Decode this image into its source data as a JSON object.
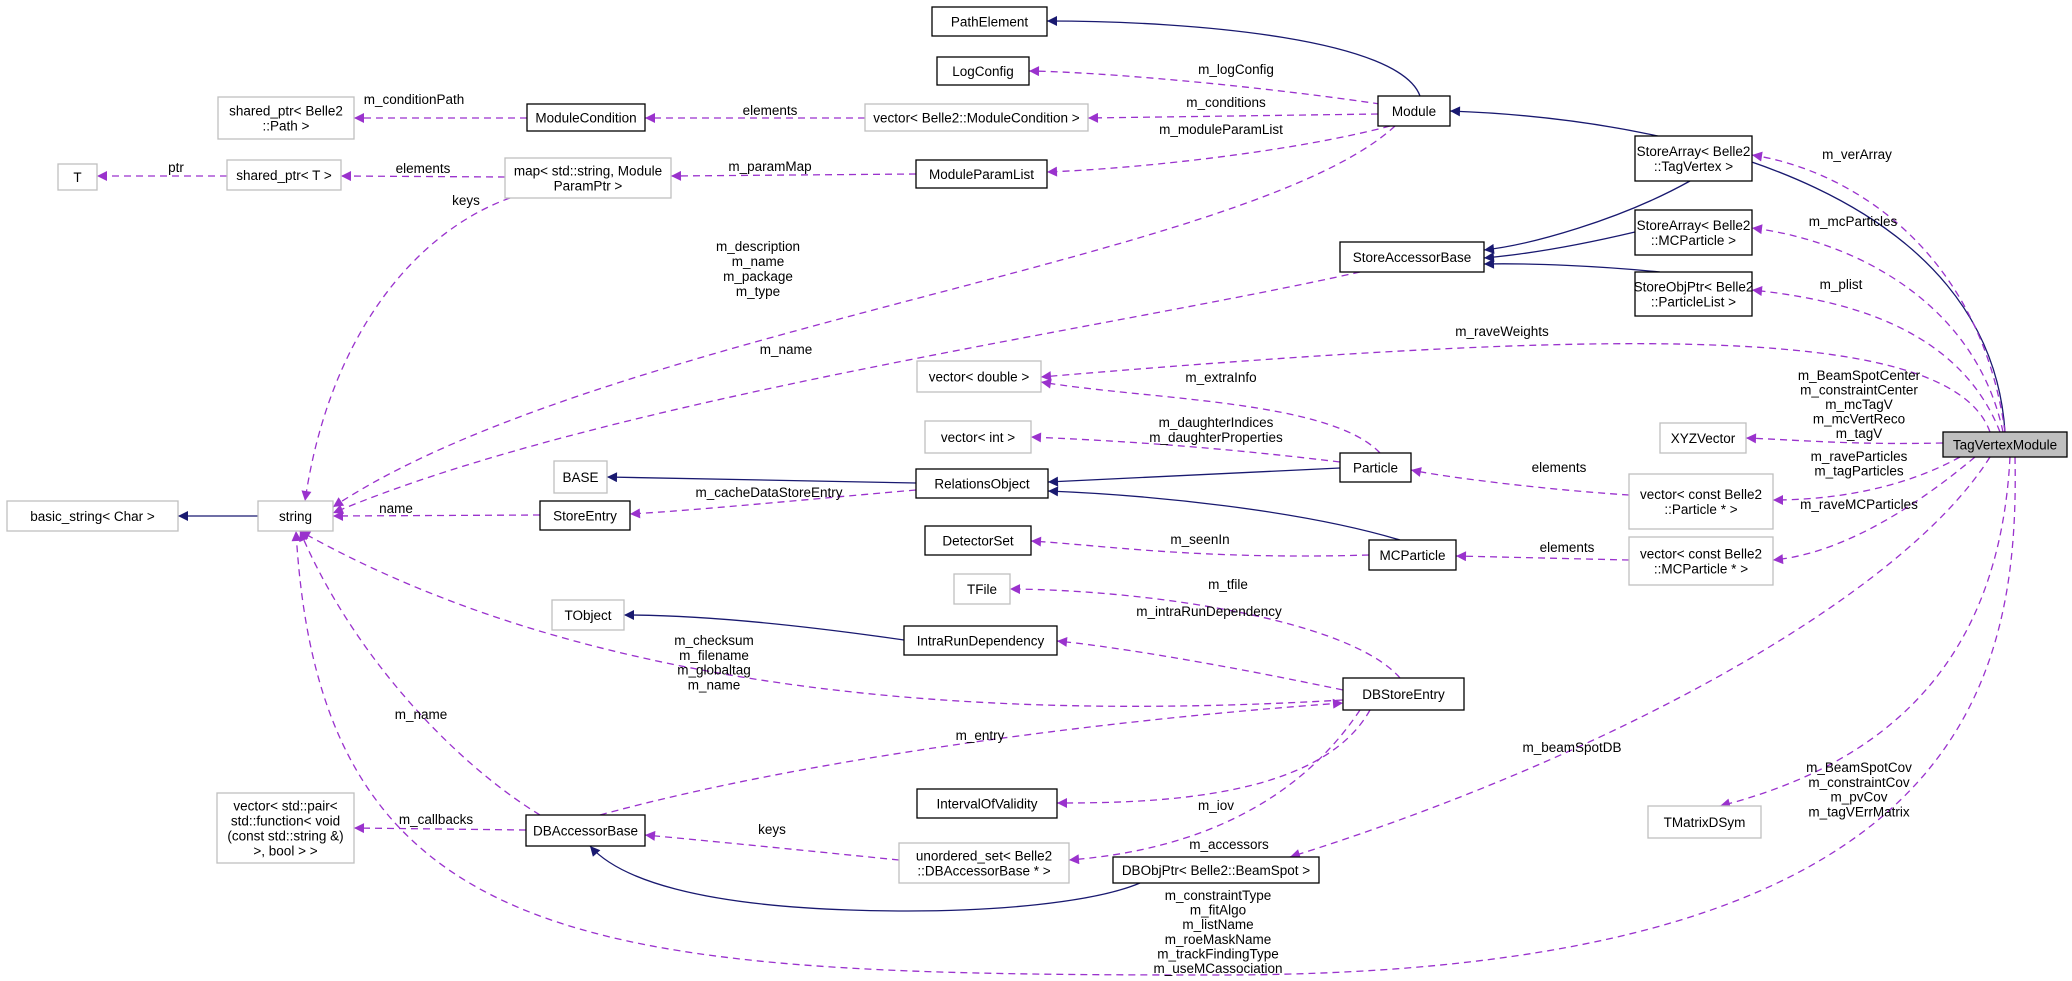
{
  "diagram": {
    "title": "TagVertexModule collaboration diagram",
    "colors": {
      "member_edge": "#9a32cd",
      "inherit_edge": "#191970",
      "focus_fill": "#bfbfbf",
      "external_border": "#bfbfbf"
    },
    "nodes": {
      "PathElement": {
        "lines": [
          "PathElement"
        ],
        "kind": "class"
      },
      "LogConfig": {
        "lines": [
          "LogConfig"
        ],
        "kind": "class"
      },
      "Module": {
        "lines": [
          "Module"
        ],
        "kind": "class"
      },
      "SharedPtrPath": {
        "lines": [
          "shared_ptr< Belle2",
          "::Path >"
        ],
        "kind": "external"
      },
      "ModuleCondition": {
        "lines": [
          "ModuleCondition"
        ],
        "kind": "class"
      },
      "VecModuleCondition": {
        "lines": [
          "vector< Belle2::ModuleCondition >"
        ],
        "kind": "external"
      },
      "T": {
        "lines": [
          "T"
        ],
        "kind": "external"
      },
      "SharedPtrT": {
        "lines": [
          "shared_ptr< T >"
        ],
        "kind": "external"
      },
      "MapParam": {
        "lines": [
          "map< std::string, Module",
          "ParamPtr >"
        ],
        "kind": "external"
      },
      "ModuleParamList": {
        "lines": [
          "ModuleParamList"
        ],
        "kind": "class"
      },
      "StoreArrayTagVertex": {
        "lines": [
          "StoreArray< Belle2",
          "::TagVertex >"
        ],
        "kind": "class"
      },
      "StoreAccessorBase": {
        "lines": [
          "StoreAccessorBase"
        ],
        "kind": "class"
      },
      "StoreArrayMCParticle": {
        "lines": [
          "StoreArray< Belle2",
          "::MCParticle >"
        ],
        "kind": "class"
      },
      "StoreObjPtrParticleList": {
        "lines": [
          "StoreObjPtr< Belle2",
          "::ParticleList >"
        ],
        "kind": "class"
      },
      "VecDouble": {
        "lines": [
          "vector< double >"
        ],
        "kind": "external"
      },
      "VecInt": {
        "lines": [
          "vector< int >"
        ],
        "kind": "external"
      },
      "BASE": {
        "lines": [
          "BASE"
        ],
        "kind": "external"
      },
      "RelationsObject": {
        "lines": [
          "RelationsObject"
        ],
        "kind": "class"
      },
      "Particle": {
        "lines": [
          "Particle"
        ],
        "kind": "class"
      },
      "XYZVector": {
        "lines": [
          "XYZVector"
        ],
        "kind": "external"
      },
      "TagVertexModule": {
        "lines": [
          "TagVertexModule"
        ],
        "kind": "focus"
      },
      "BasicString": {
        "lines": [
          "basic_string< Char >"
        ],
        "kind": "external"
      },
      "String": {
        "lines": [
          "string"
        ],
        "kind": "external"
      },
      "StoreEntry": {
        "lines": [
          "StoreEntry"
        ],
        "kind": "class"
      },
      "VecConstParticle": {
        "lines": [
          "vector< const Belle2",
          "::Particle * >"
        ],
        "kind": "external"
      },
      "DetectorSet": {
        "lines": [
          "DetectorSet"
        ],
        "kind": "class"
      },
      "MCParticle": {
        "lines": [
          "MCParticle"
        ],
        "kind": "class"
      },
      "VecConstMCParticle": {
        "lines": [
          "vector< const Belle2",
          "::MCParticle * >"
        ],
        "kind": "external"
      },
      "TFile": {
        "lines": [
          "TFile"
        ],
        "kind": "external"
      },
      "TObject": {
        "lines": [
          "TObject"
        ],
        "kind": "external"
      },
      "IntraRunDependency": {
        "lines": [
          "IntraRunDependency"
        ],
        "kind": "class"
      },
      "DBStoreEntry": {
        "lines": [
          "DBStoreEntry"
        ],
        "kind": "class"
      },
      "VecPairCallbacks": {
        "lines": [
          "vector< std::pair<",
          "std::function< void",
          "(const std::string &)",
          ">, bool > >"
        ],
        "kind": "external"
      },
      "DBAccessorBase": {
        "lines": [
          "DBAccessorBase"
        ],
        "kind": "class"
      },
      "IntervalOfValidity": {
        "lines": [
          "IntervalOfValidity"
        ],
        "kind": "class"
      },
      "UnorderedSet": {
        "lines": [
          "unordered_set< Belle2",
          "::DBAccessorBase * >"
        ],
        "kind": "external"
      },
      "DBObjPtrBeamSpot": {
        "lines": [
          "DBObjPtr< Belle2::BeamSpot >"
        ],
        "kind": "class"
      },
      "TMatrixDSym": {
        "lines": [
          "TMatrixDSym"
        ],
        "kind": "external"
      }
    },
    "edges": [
      {
        "from": "Module",
        "to": "PathElement",
        "type": "inherit",
        "labels": []
      },
      {
        "from": "TagVertexModule",
        "to": "Module",
        "type": "inherit",
        "labels": []
      },
      {
        "from": "StoreArrayTagVertex",
        "to": "StoreAccessorBase",
        "type": "inherit",
        "labels": []
      },
      {
        "from": "StoreArrayMCParticle",
        "to": "StoreAccessorBase",
        "type": "inherit",
        "labels": []
      },
      {
        "from": "StoreObjPtrParticleList",
        "to": "StoreAccessorBase",
        "type": "inherit",
        "labels": []
      },
      {
        "from": "RelationsObject",
        "to": "BASE",
        "type": "inherit",
        "labels": []
      },
      {
        "from": "Particle",
        "to": "RelationsObject",
        "type": "inherit",
        "labels": []
      },
      {
        "from": "MCParticle",
        "to": "RelationsObject",
        "type": "inherit",
        "labels": []
      },
      {
        "from": "String",
        "to": "BasicString",
        "type": "inherit",
        "labels": []
      },
      {
        "from": "IntraRunDependency",
        "to": "TObject",
        "type": "inherit",
        "labels": []
      },
      {
        "from": "DBObjPtrBeamSpot",
        "to": "DBAccessorBase",
        "type": "inherit",
        "labels": []
      },
      {
        "from": "Module",
        "to": "LogConfig",
        "type": "member",
        "labels": [
          "m_logConfig"
        ]
      },
      {
        "from": "Module",
        "to": "VecModuleCondition",
        "type": "member",
        "labels": [
          "m_conditions"
        ]
      },
      {
        "from": "VecModuleCondition",
        "to": "ModuleCondition",
        "type": "member",
        "labels": [
          "elements"
        ]
      },
      {
        "from": "ModuleCondition",
        "to": "SharedPtrPath",
        "type": "member",
        "labels": [
          "m_conditionPath"
        ]
      },
      {
        "from": "Module",
        "to": "ModuleParamList",
        "type": "member",
        "labels": [
          "m_moduleParamList"
        ]
      },
      {
        "from": "ModuleParamList",
        "to": "MapParam",
        "type": "member",
        "labels": [
          "m_paramMap"
        ]
      },
      {
        "from": "MapParam",
        "to": "SharedPtrT",
        "type": "member",
        "labels": [
          "elements"
        ]
      },
      {
        "from": "SharedPtrT",
        "to": "T",
        "type": "member",
        "labels": [
          "ptr"
        ]
      },
      {
        "from": "MapParam",
        "to": "String",
        "type": "member",
        "labels": [
          "keys"
        ]
      },
      {
        "from": "Module",
        "to": "String",
        "type": "member",
        "labels": [
          "m_description",
          "m_name",
          "m_package",
          "m_type"
        ]
      },
      {
        "from": "StoreAccessorBase",
        "to": "String",
        "type": "member",
        "labels": [
          "m_name"
        ]
      },
      {
        "from": "TagVertexModule",
        "to": "VecDouble",
        "type": "member",
        "labels": [
          "m_raveWeights"
        ]
      },
      {
        "from": "Particle",
        "to": "VecDouble",
        "type": "member",
        "labels": [
          "m_extraInfo"
        ]
      },
      {
        "from": "Particle",
        "to": "VecInt",
        "type": "member",
        "labels": [
          "m_daughterIndices",
          "m_daughterProperties"
        ]
      },
      {
        "from": "TagVertexModule",
        "to": "XYZVector",
        "type": "member",
        "labels": [
          "m_BeamSpotCenter",
          "m_constraintCenter",
          "m_mcTagV",
          "m_mcVertReco",
          "m_tagV"
        ]
      },
      {
        "from": "TagVertexModule",
        "to": "VecConstParticle",
        "type": "member",
        "labels": [
          "m_raveParticles",
          "m_tagParticles"
        ]
      },
      {
        "from": "VecConstParticle",
        "to": "Particle",
        "type": "member",
        "labels": [
          "elements"
        ]
      },
      {
        "from": "TagVertexModule",
        "to": "VecConstMCParticle",
        "type": "member",
        "labels": [
          "m_raveMCParticles"
        ]
      },
      {
        "from": "VecConstMCParticle",
        "to": "MCParticle",
        "type": "member",
        "labels": [
          "elements"
        ]
      },
      {
        "from": "MCParticle",
        "to": "DetectorSet",
        "type": "member",
        "labels": [
          "m_seenIn"
        ]
      },
      {
        "from": "StoreEntry",
        "to": "String",
        "type": "member",
        "labels": [
          "name"
        ]
      },
      {
        "from": "RelationsObject",
        "to": "StoreEntry",
        "type": "member",
        "labels": [
          "m_cacheDataStoreEntry"
        ]
      },
      {
        "from": "TagVertexModule",
        "to": "StoreArrayTagVertex",
        "type": "member",
        "labels": [
          "m_verArray"
        ]
      },
      {
        "from": "TagVertexModule",
        "to": "StoreArrayMCParticle",
        "type": "member",
        "labels": [
          "m_mcParticles"
        ]
      },
      {
        "from": "TagVertexModule",
        "to": "StoreObjPtrParticleList",
        "type": "member",
        "labels": [
          "m_plist"
        ]
      },
      {
        "from": "DBStoreEntry",
        "to": "TFile",
        "type": "member",
        "labels": [
          "m_tfile"
        ]
      },
      {
        "from": "DBStoreEntry",
        "to": "IntraRunDependency",
        "type": "member",
        "labels": [
          "m_intraRunDependency"
        ]
      },
      {
        "from": "DBStoreEntry",
        "to": "String",
        "type": "member",
        "labels": [
          "m_checksum",
          "m_filename",
          "m_globaltag",
          "m_name"
        ]
      },
      {
        "from": "DBAccessorBase",
        "to": "String",
        "type": "member",
        "labels": [
          "m_name"
        ]
      },
      {
        "from": "DBAccessorBase",
        "to": "DBStoreEntry",
        "type": "member",
        "labels": [
          "m_entry"
        ]
      },
      {
        "from": "DBStoreEntry",
        "to": "IntervalOfValidity",
        "type": "member",
        "labels": [
          "m_iov"
        ]
      },
      {
        "from": "DBStoreEntry",
        "to": "UnorderedSet",
        "type": "member",
        "labels": [
          "m_accessors"
        ]
      },
      {
        "from": "UnorderedSet",
        "to": "DBAccessorBase",
        "type": "member",
        "labels": [
          "keys"
        ]
      },
      {
        "from": "DBAccessorBase",
        "to": "VecPairCallbacks",
        "type": "member",
        "labels": [
          "m_callbacks"
        ]
      },
      {
        "from": "TagVertexModule",
        "to": "DBObjPtrBeamSpot",
        "type": "member",
        "labels": [
          "m_beamSpotDB"
        ]
      },
      {
        "from": "TagVertexModule",
        "to": "TMatrixDSym",
        "type": "member",
        "labels": [
          "m_BeamSpotCov",
          "m_constraintCov",
          "m_pvCov",
          "m_tagVErrMatrix"
        ]
      },
      {
        "from": "TagVertexModule",
        "to": "String",
        "type": "member",
        "labels": [
          "m_constraintType",
          "m_fitAlgo",
          "m_listName",
          "m_roeMaskName",
          "m_trackFindingType",
          "m_useMCassociation"
        ]
      }
    ]
  }
}
